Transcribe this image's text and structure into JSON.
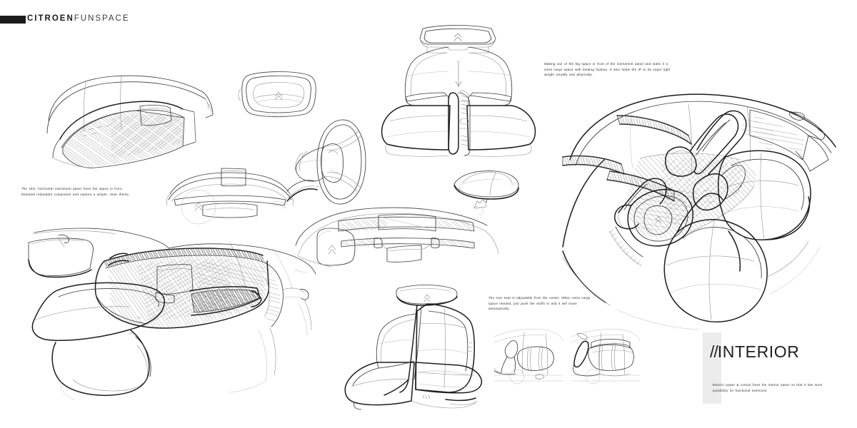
{
  "document": {
    "type": "automotive-design-presentation-board",
    "background_color": "#ffffff",
    "ink_color": "#3c3c3c"
  },
  "header": {
    "bar_color": "#1b1b1b",
    "brand": "CITROEN",
    "model": "FUNSPACE",
    "full_title": "CITROENFUNSPACE"
  },
  "notes": {
    "instrument_panel": "The slim, horizontal instrument panel frees the space in front. Elimated redundant component and explore a simple, clear theme.",
    "cargo_space": "Making use of the big space in front of the instrument panel and make it a extra cargo space with binding fixation. It also helps the IP to be super light weight visually and physically.",
    "rear_seat": "The rear seat is adjustable from the center. When extra cargo space needed, just push the stuffs in and it will move automatically."
  },
  "interior_block": {
    "slashes": "//",
    "title": "INTERIOR",
    "swatch_color": "#ececec",
    "caption": "Electric power & control frees the interior space so that it has more possibility for functional extension."
  },
  "sketches": [
    {
      "id": "ip-perspective-top-left",
      "label": "Slim horizontal instrument panel, three-quarter view with woven texture"
    },
    {
      "id": "steering-wheel-front",
      "label": "Steering wheel front view with Citroen chevron logo"
    },
    {
      "id": "steering-wheel-perspective",
      "label": "Steering wheel and column, three-quarter view"
    },
    {
      "id": "dashboard-plan-view",
      "label": "Dashboard top-down plan view with chevron mark"
    },
    {
      "id": "front-seats-front-view",
      "label": "Front seats pair, front elevation with overhead display"
    },
    {
      "id": "pedal-detail",
      "label": "Pedal / footrest detail with motion arrow"
    },
    {
      "id": "ip-front-elevation",
      "label": "Instrument panel front elevation with chevron logo"
    },
    {
      "id": "ip-large-perspective",
      "label": "Large instrument panel perspective with woven texture"
    },
    {
      "id": "rear-bench-seat",
      "label": "Rear bench seat three-quarter view"
    },
    {
      "id": "cabin-overview-perspective",
      "label": "Full cabin interior overview, three-quarter perspective"
    },
    {
      "id": "seat-package-thumb-1",
      "label": "Side package diagram, seats upright"
    },
    {
      "id": "seat-package-thumb-2",
      "label": "Side package diagram, extra cargo mode with arrow"
    }
  ]
}
